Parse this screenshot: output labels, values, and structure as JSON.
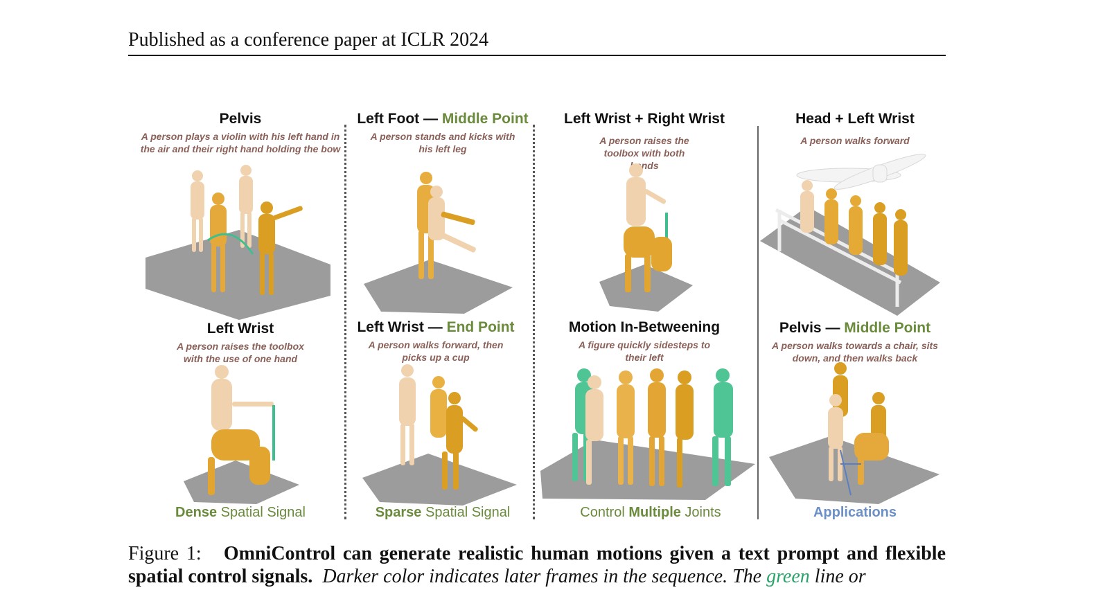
{
  "header": {
    "text": "Published as a conference paper at ICLR 2024"
  },
  "panels": [
    {
      "title": "Pelvis",
      "highlight": "",
      "desc": "A person plays a violin with his left hand in the air and their right hand holding the bow"
    },
    {
      "title": "Left Foot — ",
      "highlight": "Middle Point",
      "desc": "A person stands and kicks with his left leg"
    },
    {
      "title": "Left Wrist + Right Wrist",
      "highlight": "",
      "desc": "A person raises the toolbox with both hands"
    },
    {
      "title": "Head + Left Wrist",
      "highlight": "",
      "desc": "A person walks forward"
    },
    {
      "title": "Left Wrist",
      "highlight": "",
      "desc": "A person raises the toolbox with the use of one hand"
    },
    {
      "title": "Left Wrist — ",
      "highlight": "End Point",
      "desc": "A person walks forward, then picks up a cup"
    },
    {
      "title": "Motion In-Betweening",
      "highlight": "",
      "desc": "A figure quickly sidesteps to their left"
    },
    {
      "title": "Pelvis — ",
      "highlight": "Middle Point",
      "desc": "A person walks towards a chair, sits down, and then walks back"
    }
  ],
  "footers": {
    "dense_bold": "Dense",
    "dense_rest": " Spatial Signal",
    "sparse_bold": "Sparse",
    "sparse_rest": " Spatial Signal",
    "multi_pre": "Control ",
    "multi_bold": "Multiple",
    "multi_post": " Joints",
    "apps": "Applications"
  },
  "caption": {
    "fig": "Figure 1:",
    "bold": "OmniControl can generate realistic human motions given a text prompt and flexible spatial control signals.",
    "italic": "Darker color indicates later frames in the sequence. The",
    "green": "green",
    "tail": "line or"
  },
  "colors": {
    "figure_light": "#f2d4b0",
    "figure_mid": "#e9b04a",
    "figure_dark": "#d9a020",
    "control_green": "#3fbf8f",
    "floor": "#9a9a9a"
  }
}
